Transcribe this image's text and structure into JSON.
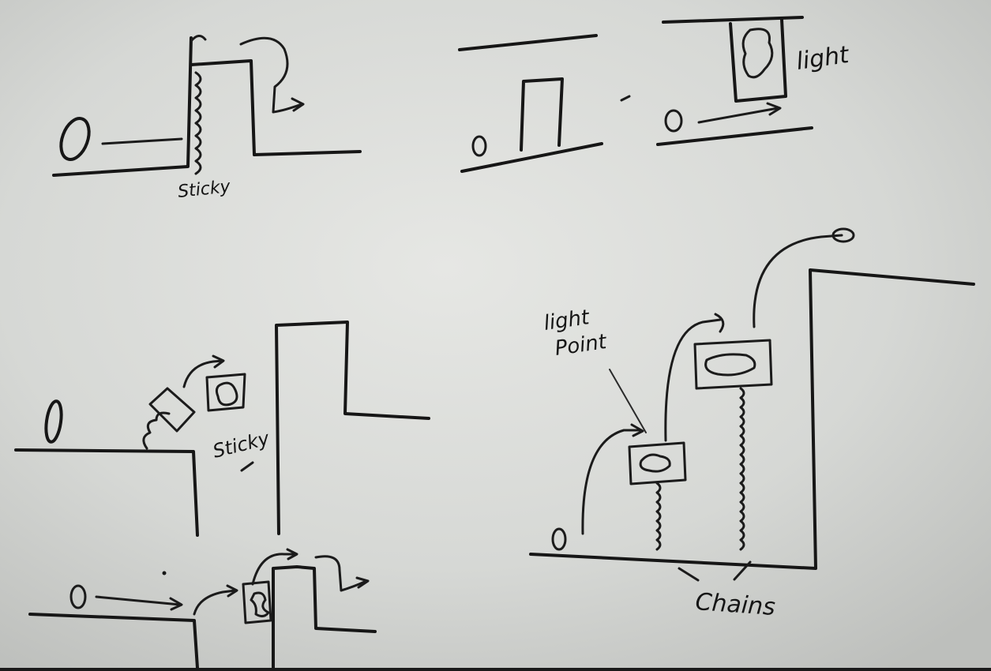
{
  "whiteboard": {
    "labels": {
      "sticky_top": "Sticky",
      "light_top": "light",
      "sticky_bottom": "Sticky",
      "light_point_line1": "light",
      "light_point_line2": "Point",
      "chains": "Chains"
    },
    "colors": {
      "board": "#d9dbd8",
      "ink": "#161616"
    }
  }
}
